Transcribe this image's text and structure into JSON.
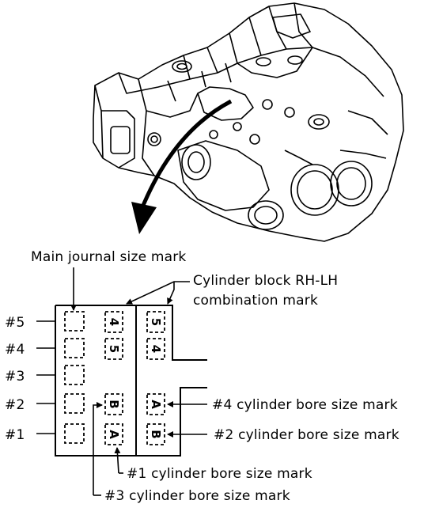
{
  "labels": {
    "main_journal": "Main journal size mark",
    "block_combo_line1": "Cylinder block RH-LH",
    "block_combo_line2": "combination mark",
    "bore4": "#4 cylinder bore size mark",
    "bore2": "#2 cylinder bore size mark",
    "bore1": "#1 cylinder bore size mark",
    "bore3": "#3 cylinder bore size mark"
  },
  "journal_rows": [
    "#5",
    "#4",
    "#3",
    "#2",
    "#1"
  ],
  "marks": {
    "col1_row1": "4",
    "col1_row2": "5",
    "col2_row1": "5",
    "col2_row2": "4",
    "bore_col1_top": "B",
    "bore_col1_bottom": "A",
    "bore_col2_top": "A",
    "bore_col2_bottom": "B"
  }
}
